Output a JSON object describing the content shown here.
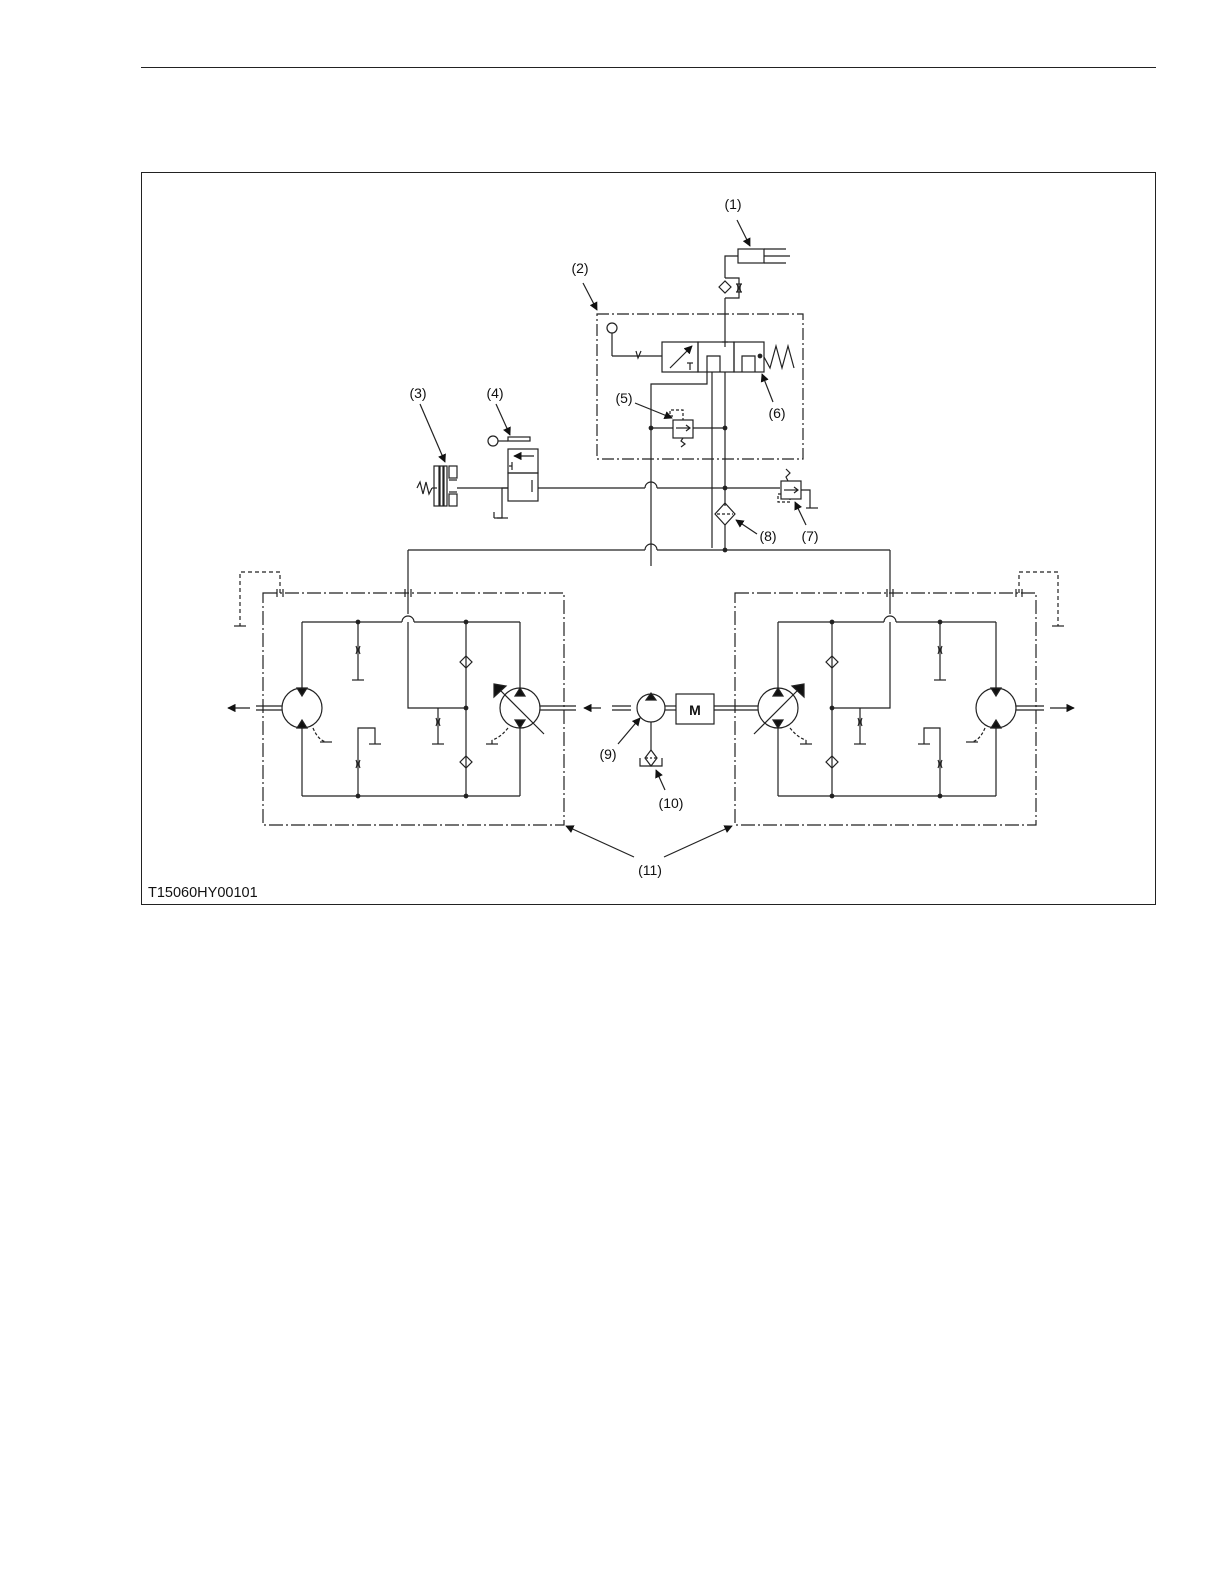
{
  "figure": {
    "code": "T15060HY00101",
    "callouts": {
      "c1": "(1)",
      "c2": "(2)",
      "c3": "(3)",
      "c4": "(4)",
      "c5": "(5)",
      "c6": "(6)",
      "c7": "(7)",
      "c8": "(8)",
      "c9": "(9)",
      "c10": "(10)",
      "c11": "(11)"
    },
    "motor_label": "M"
  }
}
